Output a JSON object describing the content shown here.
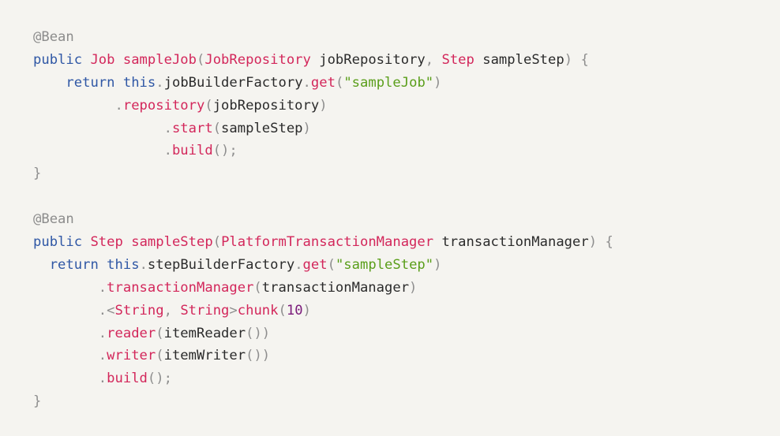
{
  "colors": {
    "background": "#f5f4f0",
    "keyword": "#2f57a5",
    "type": "#d3275b",
    "method": "#d3275b",
    "string": "#5a9e1a",
    "number": "#7a1a7a",
    "punctuation": "#8e8e8e",
    "annotation": "#8c8c8c",
    "text": "#2b2b2b"
  },
  "code": {
    "lines": [
      [
        {
          "t": "@Bean",
          "c": "annotation"
        }
      ],
      [
        {
          "t": "public",
          "c": "keyword"
        },
        {
          "t": " ",
          "c": "ident"
        },
        {
          "t": "Job",
          "c": "type"
        },
        {
          "t": " ",
          "c": "ident"
        },
        {
          "t": "sampleJob",
          "c": "method"
        },
        {
          "t": "(",
          "c": "punct"
        },
        {
          "t": "JobRepository",
          "c": "type"
        },
        {
          "t": " jobRepository",
          "c": "ident"
        },
        {
          "t": ",",
          "c": "punct"
        },
        {
          "t": " ",
          "c": "ident"
        },
        {
          "t": "Step",
          "c": "type"
        },
        {
          "t": " sampleStep",
          "c": "ident"
        },
        {
          "t": ")",
          "c": "punct"
        },
        {
          "t": " ",
          "c": "ident"
        },
        {
          "t": "{",
          "c": "punct"
        }
      ],
      [
        {
          "t": "    ",
          "c": "ident"
        },
        {
          "t": "return",
          "c": "keyword"
        },
        {
          "t": " ",
          "c": "ident"
        },
        {
          "t": "this",
          "c": "keyword"
        },
        {
          "t": ".",
          "c": "punct"
        },
        {
          "t": "jobBuilderFactory",
          "c": "ident"
        },
        {
          "t": ".",
          "c": "punct"
        },
        {
          "t": "get",
          "c": "method"
        },
        {
          "t": "(",
          "c": "punct"
        },
        {
          "t": "\"sampleJob\"",
          "c": "string"
        },
        {
          "t": ")",
          "c": "punct"
        }
      ],
      [
        {
          "t": "          ",
          "c": "ident"
        },
        {
          "t": ".",
          "c": "punct"
        },
        {
          "t": "repository",
          "c": "method"
        },
        {
          "t": "(",
          "c": "punct"
        },
        {
          "t": "jobRepository",
          "c": "ident"
        },
        {
          "t": ")",
          "c": "punct"
        }
      ],
      [
        {
          "t": "                ",
          "c": "ident"
        },
        {
          "t": ".",
          "c": "punct"
        },
        {
          "t": "start",
          "c": "method"
        },
        {
          "t": "(",
          "c": "punct"
        },
        {
          "t": "sampleStep",
          "c": "ident"
        },
        {
          "t": ")",
          "c": "punct"
        }
      ],
      [
        {
          "t": "                ",
          "c": "ident"
        },
        {
          "t": ".",
          "c": "punct"
        },
        {
          "t": "build",
          "c": "method"
        },
        {
          "t": "();",
          "c": "punct"
        }
      ],
      [
        {
          "t": "}",
          "c": "punct"
        }
      ],
      [
        {
          "t": "",
          "c": "ident"
        }
      ],
      [
        {
          "t": "@Bean",
          "c": "annotation"
        }
      ],
      [
        {
          "t": "public",
          "c": "keyword"
        },
        {
          "t": " ",
          "c": "ident"
        },
        {
          "t": "Step",
          "c": "type"
        },
        {
          "t": " ",
          "c": "ident"
        },
        {
          "t": "sampleStep",
          "c": "method"
        },
        {
          "t": "(",
          "c": "punct"
        },
        {
          "t": "PlatformTransactionManager",
          "c": "type"
        },
        {
          "t": " transactionManager",
          "c": "ident"
        },
        {
          "t": ")",
          "c": "punct"
        },
        {
          "t": " ",
          "c": "ident"
        },
        {
          "t": "{",
          "c": "punct"
        }
      ],
      [
        {
          "t": "  ",
          "c": "ident"
        },
        {
          "t": "return",
          "c": "keyword"
        },
        {
          "t": " ",
          "c": "ident"
        },
        {
          "t": "this",
          "c": "keyword"
        },
        {
          "t": ".",
          "c": "punct"
        },
        {
          "t": "stepBuilderFactory",
          "c": "ident"
        },
        {
          "t": ".",
          "c": "punct"
        },
        {
          "t": "get",
          "c": "method"
        },
        {
          "t": "(",
          "c": "punct"
        },
        {
          "t": "\"sampleStep\"",
          "c": "string"
        },
        {
          "t": ")",
          "c": "punct"
        }
      ],
      [
        {
          "t": "        ",
          "c": "ident"
        },
        {
          "t": ".",
          "c": "punct"
        },
        {
          "t": "transactionManager",
          "c": "method"
        },
        {
          "t": "(",
          "c": "punct"
        },
        {
          "t": "transactionManager",
          "c": "ident"
        },
        {
          "t": ")",
          "c": "punct"
        }
      ],
      [
        {
          "t": "        ",
          "c": "ident"
        },
        {
          "t": ".<",
          "c": "punct"
        },
        {
          "t": "String",
          "c": "type"
        },
        {
          "t": ",",
          "c": "punct"
        },
        {
          "t": " ",
          "c": "ident"
        },
        {
          "t": "String",
          "c": "type"
        },
        {
          "t": ">",
          "c": "punct"
        },
        {
          "t": "chunk",
          "c": "method"
        },
        {
          "t": "(",
          "c": "punct"
        },
        {
          "t": "10",
          "c": "number"
        },
        {
          "t": ")",
          "c": "punct"
        }
      ],
      [
        {
          "t": "        ",
          "c": "ident"
        },
        {
          "t": ".",
          "c": "punct"
        },
        {
          "t": "reader",
          "c": "method"
        },
        {
          "t": "(",
          "c": "punct"
        },
        {
          "t": "itemReader",
          "c": "ident"
        },
        {
          "t": "())",
          "c": "punct"
        }
      ],
      [
        {
          "t": "        ",
          "c": "ident"
        },
        {
          "t": ".",
          "c": "punct"
        },
        {
          "t": "writer",
          "c": "method"
        },
        {
          "t": "(",
          "c": "punct"
        },
        {
          "t": "itemWriter",
          "c": "ident"
        },
        {
          "t": "())",
          "c": "punct"
        }
      ],
      [
        {
          "t": "        ",
          "c": "ident"
        },
        {
          "t": ".",
          "c": "punct"
        },
        {
          "t": "build",
          "c": "method"
        },
        {
          "t": "();",
          "c": "punct"
        }
      ],
      [
        {
          "t": "}",
          "c": "punct"
        }
      ]
    ]
  }
}
